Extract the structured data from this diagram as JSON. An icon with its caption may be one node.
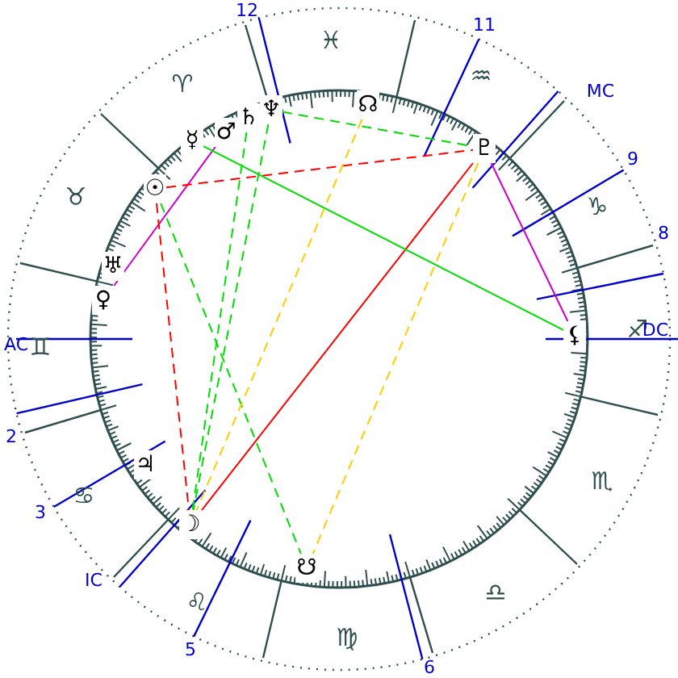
{
  "diagram": {
    "nodes": [
      {
        "text": [
          "☉"
        ]
      },
      {
        "text": [
          "☿"
        ]
      },
      {
        "text": [
          "♂"
        ]
      },
      {
        "text": [
          "♄"
        ]
      },
      {
        "text": [
          "♆"
        ]
      },
      {
        "text": [
          "☊"
        ]
      },
      {
        "text": [
          "♇"
        ]
      },
      {
        "text": [
          "⚸"
        ]
      },
      {
        "text": [
          "♅"
        ]
      },
      {
        "text": [
          "♀"
        ]
      },
      {
        "text": [
          "♃"
        ]
      },
      {
        "text": [
          "☽"
        ]
      },
      {
        "text": [
          "☋"
        ]
      }
    ],
    "edges": [
      {
        "from": 9,
        "to": 2,
        "arrow": "none",
        "color": "#cc00cc"
      },
      {
        "from": 6,
        "to": 7,
        "arrow": "none",
        "color": "#cc00cc"
      },
      {
        "from": 0,
        "to": 6,
        "arrow": "none",
        "style": "dashed",
        "color": "#ff0000"
      },
      {
        "from": 0,
        "to": 11,
        "arrow": "none",
        "style": "dashed",
        "color": "#ff0000"
      },
      {
        "from": 11,
        "to": 6,
        "arrow": "none",
        "color": "#ff0000"
      },
      {
        "from": 1,
        "to": 7,
        "arrow": "none"
      },
      {
        "from": 3,
        "to": 11,
        "arrow": "none",
        "style": "dashed"
      },
      {
        "from": 4,
        "to": 11,
        "arrow": "none",
        "style": "dashed"
      },
      {
        "from": 0,
        "to": 12,
        "arrow": "none",
        "style": "dashed"
      },
      {
        "from": 4,
        "to": 6,
        "arrow": "none",
        "style": "dashed"
      },
      {
        "from": 5,
        "to": 11,
        "arrow": "none",
        "style": "dashed",
        "color": "#ffcc00"
      },
      {
        "from": 6,
        "to": 12,
        "arrow": "none",
        "style": "dashed",
        "color": "#ffcc00"
      }
    ],
    "labels": [
      "12",
      "♓",
      "11",
      "♈",
      "♒",
      "MC",
      "♉",
      "♑",
      "9",
      "8",
      "♊",
      "AC",
      "♐",
      "DC",
      "2",
      "3",
      "♋",
      "♏",
      "IC",
      "♌",
      "♎",
      "♍",
      "5",
      "6"
    ]
  }
}
